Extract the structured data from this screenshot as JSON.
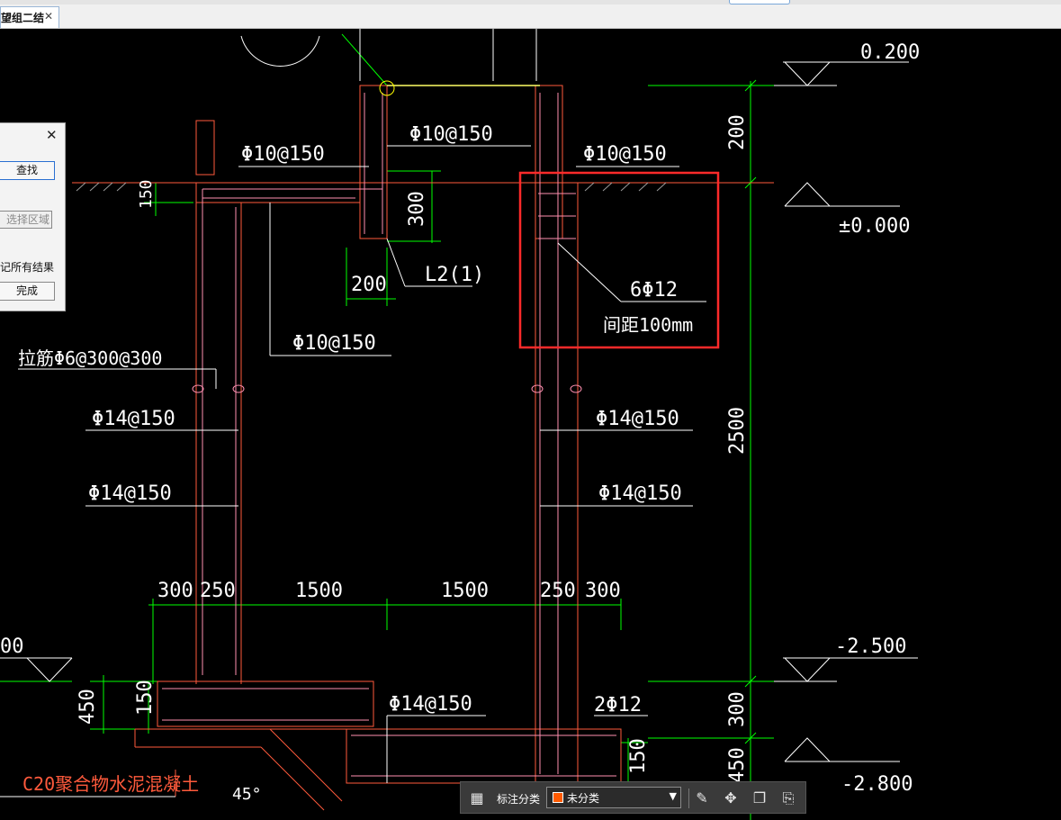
{
  "tab": {
    "label": "望组二结",
    "close": "✕"
  },
  "dialog": {
    "close": "✕",
    "find_label": "查找",
    "select_area_label": "选择区域",
    "mark_all_text": "记所有结果",
    "done_label": "完成"
  },
  "drawing": {
    "elev_top": "0.200",
    "elev_ground": "±0.000",
    "elev_floor": "-2.500",
    "elev_bottom": "-2.800",
    "elev_left": "00",
    "rebar_labels": [
      "Φ10@150",
      "Φ10@150",
      "Φ10@150",
      "Φ10@150",
      "Φ14@150",
      "Φ14@150",
      "Φ14@150",
      "Φ14@150",
      "Φ14@150"
    ],
    "tie_label": "拉筋Φ6@300@300",
    "beam_label": "L2(1)",
    "bar_count_label": "6Φ12",
    "spacing_label": "间距100mm",
    "bottom_bar_label": "2Φ12",
    "concrete_label": "C20聚合物水泥混凝土",
    "angle_label": "45°",
    "dims": {
      "d150_top": "150",
      "d300_beam": "300",
      "d200_beam": "200",
      "d200_right": "200",
      "d2500": "2500",
      "d300_right": "300",
      "d450_right": "450",
      "d450_left": "450",
      "d150_left": "150",
      "d150_bottom": "150",
      "bottom_row": [
        "300",
        "250",
        "1500",
        "1500",
        "250",
        "300"
      ]
    },
    "colors": {
      "wall": "#ff5a3c",
      "dim": "#00ff00",
      "text": "#ffffff",
      "highlight": "#ff2a2a"
    }
  },
  "annotation_toolbar": {
    "category_label": "标注分类",
    "selected_category": "未分类",
    "swatch_color": "#ff5a00",
    "icons": [
      "grid-icon",
      "edit-icon",
      "move-icon",
      "copy-icon",
      "paste-icon"
    ]
  }
}
